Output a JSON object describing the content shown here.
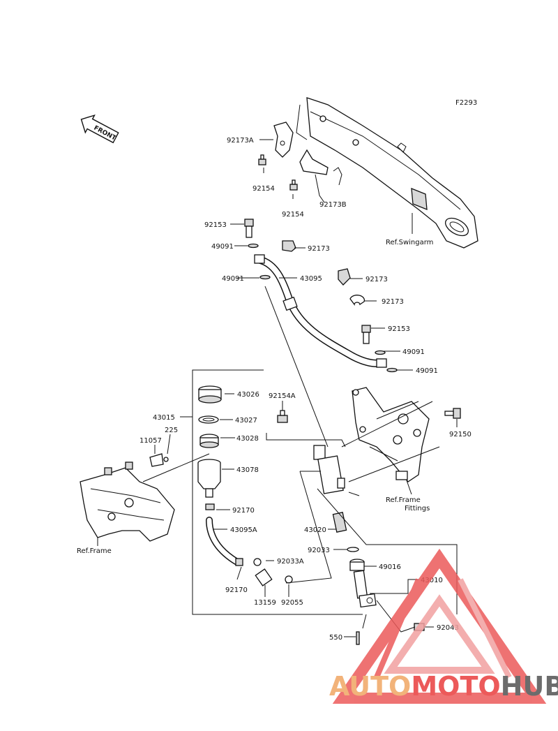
{
  "figure_code": "F2293",
  "front_marker": "FRONT",
  "parts": {
    "p92173A": "92173A",
    "p92154a": "92154",
    "p92154b": "92154",
    "p92173B": "92173B",
    "ref_swingarm": "Ref.Swingarm",
    "p92153a": "92153",
    "p49091a": "49091",
    "p92173a": "92173",
    "p49091b": "49091",
    "p43095": "43095",
    "p92173b": "92173",
    "p92173c": "92173",
    "p92153b": "92153",
    "p49091c": "49091",
    "p49091d": "49091",
    "p43026": "43026",
    "p92154A": "92154A",
    "p43015": "43015",
    "p43027": "43027",
    "p225": "225",
    "p11057": "11057",
    "p43028": "43028",
    "p92150": "92150",
    "p43078": "43078",
    "ref_frame_fittings_1": "Ref.Frame",
    "ref_frame_fittings_2": "Fittings",
    "p92170a": "92170",
    "p43095A": "43095A",
    "p43020": "43020",
    "ref_frame": "Ref.Frame",
    "p92033A": "92033A",
    "p92033": "92033",
    "p49016": "49016",
    "p43010": "43010",
    "p92170b": "92170",
    "p13159": "13159",
    "p92055": "92055",
    "p92043": "92043",
    "p550": "550"
  },
  "watermark": {
    "part1": "AUTO",
    "part2": "MOTO",
    "part3": "HUB",
    "color_orange": "#f2b37a",
    "color_red": "#ec5a5a",
    "color_gray": "#6c6c6c"
  }
}
